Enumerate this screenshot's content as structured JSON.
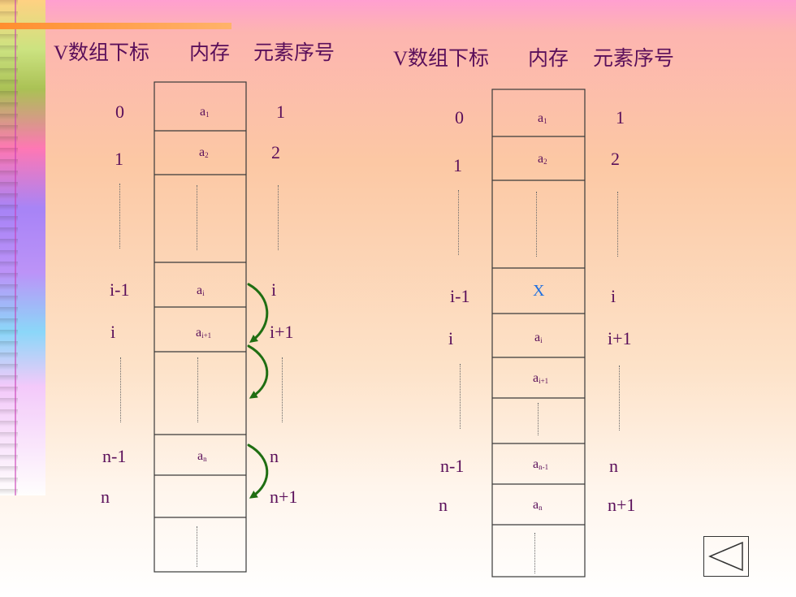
{
  "left_diagram": {
    "headers": {
      "index": "V数组下标",
      "memory": "内存",
      "ordinal": "元素序号"
    },
    "indices": [
      "0",
      "1",
      "i-1",
      "i",
      "n-1",
      "n"
    ],
    "ordinals": [
      "1",
      "2",
      "i",
      "i+1",
      "n",
      "n+1"
    ],
    "cells": [
      {
        "base": "a",
        "sub": "1"
      },
      {
        "base": "a",
        "sub": "2"
      },
      {
        "base": "a",
        "sub": "i"
      },
      {
        "base": "a",
        "sub": "i+1"
      },
      {
        "base": "a",
        "sub": "n"
      }
    ]
  },
  "right_diagram": {
    "headers": {
      "index": "V数组下标",
      "memory": "内存",
      "ordinal": "元素序号"
    },
    "indices": [
      "0",
      "1",
      "i-1",
      "i",
      "n-1",
      "n"
    ],
    "ordinals": [
      "1",
      "2",
      "i",
      "i+1",
      "n",
      "n+1"
    ],
    "inserted": "X",
    "cells": [
      {
        "base": "a",
        "sub": "1"
      },
      {
        "base": "a",
        "sub": "2"
      },
      {
        "base": "a",
        "sub": "i"
      },
      {
        "base": "a",
        "sub": "i+1"
      },
      {
        "base": "a",
        "sub": "n-1"
      },
      {
        "base": "a",
        "sub": "n"
      }
    ]
  },
  "colors": {
    "text": "#5a0f5a",
    "inserted": "#1e6fe0",
    "arrow": "#1f6e12"
  },
  "nav": {
    "icon": "triangle-left-icon"
  }
}
